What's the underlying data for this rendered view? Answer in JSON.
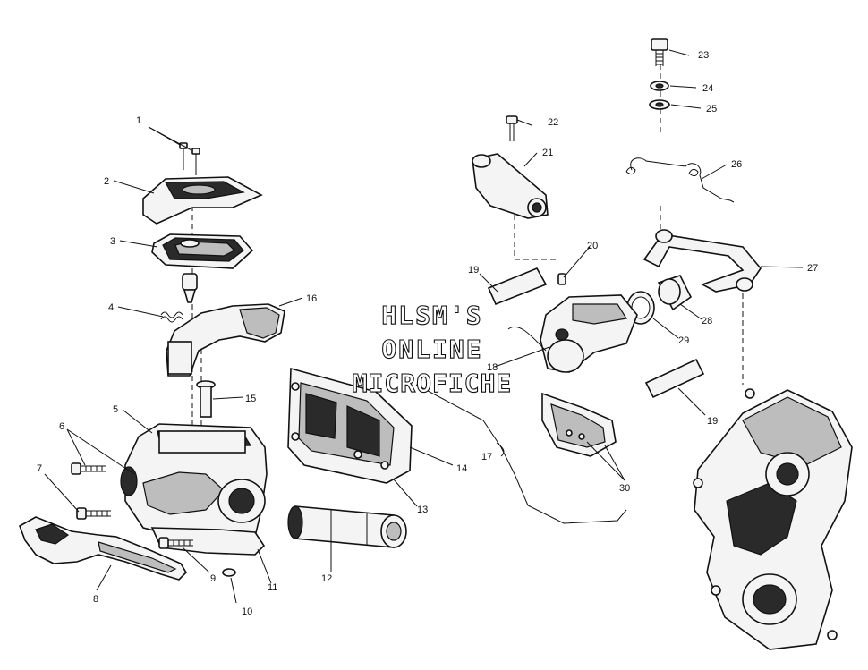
{
  "watermark": {
    "line1": "HLSM'S",
    "line2": "ONLINE",
    "line3": "MICROFICHE"
  },
  "callouts": [
    {
      "id": "1",
      "label": "1"
    },
    {
      "id": "2",
      "label": "2"
    },
    {
      "id": "3",
      "label": "3"
    },
    {
      "id": "4",
      "label": "4"
    },
    {
      "id": "5",
      "label": "5"
    },
    {
      "id": "6",
      "label": "6"
    },
    {
      "id": "7",
      "label": "7"
    },
    {
      "id": "8",
      "label": "8"
    },
    {
      "id": "9",
      "label": "9"
    },
    {
      "id": "10",
      "label": "10"
    },
    {
      "id": "11",
      "label": "11"
    },
    {
      "id": "12",
      "label": "12"
    },
    {
      "id": "13",
      "label": "13"
    },
    {
      "id": "14",
      "label": "14"
    },
    {
      "id": "15",
      "label": "15"
    },
    {
      "id": "16",
      "label": "16"
    },
    {
      "id": "17",
      "label": "17"
    },
    {
      "id": "18",
      "label": "18"
    },
    {
      "id": "19a",
      "label": "19"
    },
    {
      "id": "19b",
      "label": "19"
    },
    {
      "id": "20",
      "label": "20"
    },
    {
      "id": "21",
      "label": "21"
    },
    {
      "id": "22",
      "label": "22"
    },
    {
      "id": "23",
      "label": "23"
    },
    {
      "id": "24",
      "label": "24"
    },
    {
      "id": "25",
      "label": "25"
    },
    {
      "id": "26",
      "label": "26"
    },
    {
      "id": "27",
      "label": "27"
    },
    {
      "id": "28",
      "label": "28"
    },
    {
      "id": "29",
      "label": "29"
    },
    {
      "id": "30",
      "label": "30"
    }
  ]
}
